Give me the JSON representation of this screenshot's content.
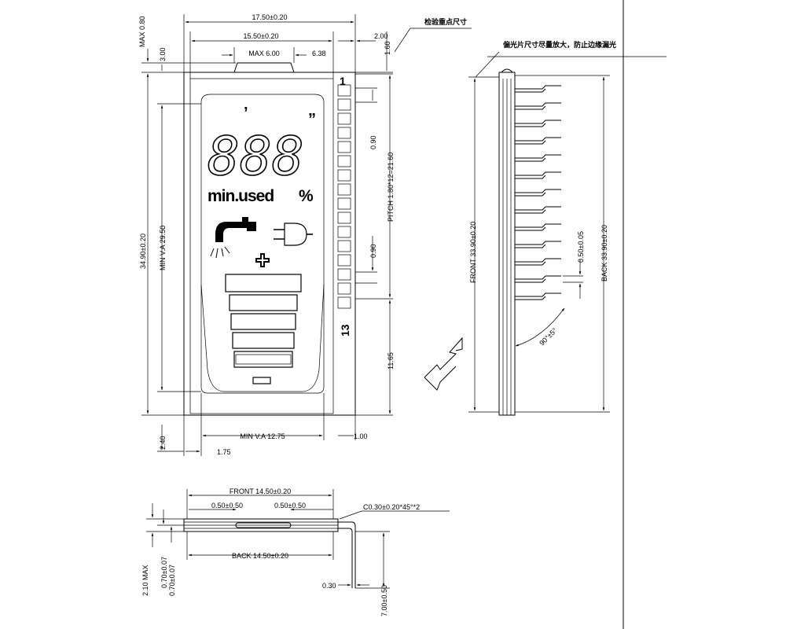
{
  "notes": {
    "inspection_points": "检验重点尺寸",
    "polarizer_note": "偏光片尺寸尽量放大，防止边缘漏光"
  },
  "display": {
    "digits": "888",
    "tick_top": "’",
    "tick_right": "”",
    "unit_text": "min.used",
    "percent": "%",
    "pin_first": "1",
    "pin_last": "13"
  },
  "front_view": {
    "overall_width": "17.50±0.20",
    "glass_width": "15.50±0.20",
    "max_width": "MAX 6.00",
    "offset_638": "6.38",
    "right_offset": "2.00",
    "right_small": "1.60",
    "max_top": "MAX 0.80",
    "top_300": "3.00",
    "overall_height": "34.90±0.20",
    "va_height": "MIN V.A 29.50",
    "pitch_090_a": "0.90",
    "pitch_label": "PITCH 1.80*12=21.60",
    "pitch_090_b": "0.90",
    "bottom_1165": "11.65",
    "bottom_240": "2.40",
    "va_width": "MIN V.A 12.75",
    "right_100": "1.00",
    "left_175": "1.75"
  },
  "side_view": {
    "front": "FRONT 33.90±0.20",
    "back": "BACK 33.90±0.20",
    "pin_width": "0.50±0.05",
    "angle": "90°±5°"
  },
  "bottom_view": {
    "front": "FRONT 14.50±0.20",
    "tol_left": "0.50±0.50",
    "tol_right": "0.50±0.50",
    "chamfer": "C0.30±0.20*45°*2",
    "back": "BACK 14.50±0.20",
    "max_thick": "2.10 MAX",
    "glass_front": "0.70±0.07",
    "glass_back": "0.70±0.07",
    "pin_thick": "0.30",
    "pin_len": "7.00±0.50"
  }
}
